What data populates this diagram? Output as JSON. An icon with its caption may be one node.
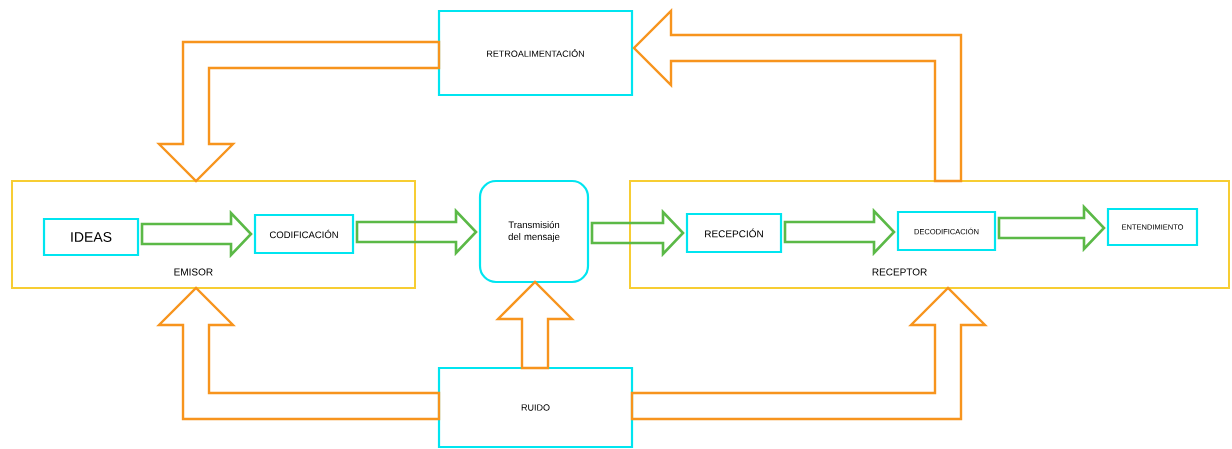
{
  "diagram": {
    "nodes": [
      {
        "text": [
          "EMISOR"
        ]
      },
      {
        "text": [
          "IDEAS"
        ],
        "in": 0
      },
      {
        "text": [
          "CODIFICACIÓN"
        ],
        "in": 0
      },
      {
        "text": [
          "Transmisión del mensaje"
        ]
      },
      {
        "text": [
          "RECEPTOR"
        ]
      },
      {
        "text": [
          "RECEPCIÓN"
        ],
        "in": 4
      },
      {
        "text": [
          "DECODIFICACIÓN"
        ],
        "in": 4
      },
      {
        "text": [
          "ENTENDIMIENTO"
        ],
        "in": 4
      },
      {
        "text": [
          "RETROALIMENTACIÓN"
        ]
      },
      {
        "text": [
          "RUIDO"
        ]
      }
    ],
    "edges": [
      {
        "from": 1,
        "to": 2,
        "arrow": "to"
      },
      {
        "from": 2,
        "to": 3,
        "arrow": "to"
      },
      {
        "from": 3,
        "to": 5,
        "arrow": "to"
      },
      {
        "from": 5,
        "to": 6,
        "arrow": "to"
      },
      {
        "from": 6,
        "to": 7,
        "arrow": "to"
      },
      {
        "from": 4,
        "to": 8,
        "arrow": "to",
        "color": "#f7941d"
      },
      {
        "from": 8,
        "to": 0,
        "arrow": "to",
        "color": "#f7941d"
      },
      {
        "from": 9,
        "to": 0,
        "arrow": "to",
        "color": "#f7941d"
      },
      {
        "from": 9,
        "to": 3,
        "arrow": "to",
        "color": "#f7941d"
      },
      {
        "from": 9,
        "to": 4,
        "arrow": "to",
        "color": "#f7941d"
      }
    ]
  }
}
